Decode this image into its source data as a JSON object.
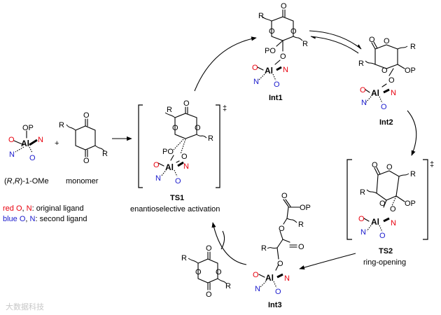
{
  "colors": {
    "red": "#e8000d",
    "blue": "#1a1acc",
    "black": "#000000",
    "watermark": "#c8c8c8"
  },
  "atoms": {
    "O": "O",
    "N": "N",
    "Al": "Al",
    "R": "R",
    "OP": "OP",
    "PO": "PO"
  },
  "dagger": "‡",
  "plus": "+",
  "reactants": {
    "catalyst_prefix": "(",
    "catalyst_R": "R",
    "catalyst_comma": ",",
    "catalyst_suffix": ")-1-OMe",
    "monomer": "monomer"
  },
  "legend": {
    "red": {
      "o": "red O",
      "comma": ", ",
      "n": "N",
      "rest": ": original ligand"
    },
    "blue": {
      "o": "blue O",
      "comma": ", ",
      "n": "N",
      "rest": ": second ligand"
    }
  },
  "species": {
    "ts1": {
      "label": "TS1",
      "caption": "enantioselective activation"
    },
    "int1": {
      "label": "Int1"
    },
    "int2": {
      "label": "Int2"
    },
    "ts2": {
      "label": "TS2",
      "caption": "ring-opening"
    },
    "int3": {
      "label": "Int3"
    }
  },
  "watermark": "大数据科技"
}
